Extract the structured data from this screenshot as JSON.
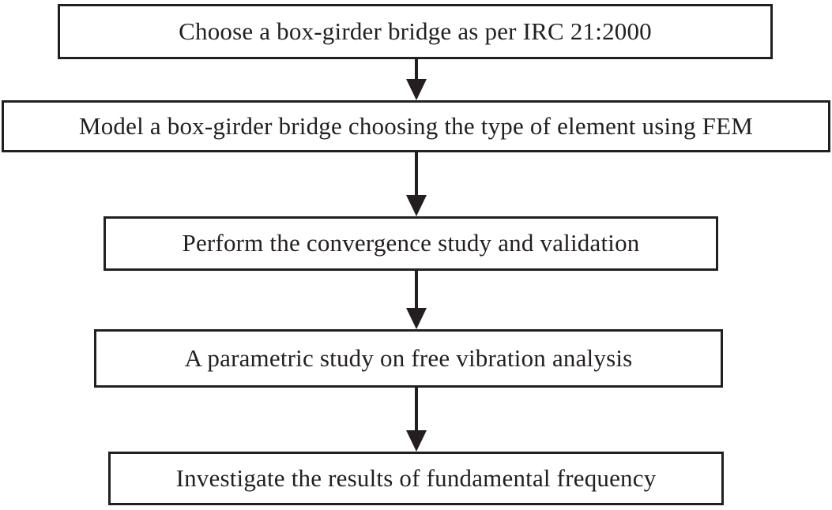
{
  "diagram": {
    "type": "flowchart",
    "direction": "top-down",
    "colors": {
      "box_border": "#231f20",
      "arrow": "#231f20",
      "background": "#ffffff",
      "text": "#231f20"
    },
    "steps": [
      {
        "label": "Choose a box-girder bridge as per IRC 21:2000"
      },
      {
        "label": "Model a box-girder bridge choosing the type of element using FEM"
      },
      {
        "label": "Perform the convergence study and validation"
      },
      {
        "label": "A parametric study on free vibration analysis"
      },
      {
        "label": "Investigate the results of fundamental frequency"
      }
    ],
    "connections": [
      {
        "from": 0,
        "to": 1,
        "style": "solid-arrow-down"
      },
      {
        "from": 1,
        "to": 2,
        "style": "solid-arrow-down"
      },
      {
        "from": 2,
        "to": 3,
        "style": "solid-arrow-down"
      },
      {
        "from": 3,
        "to": 4,
        "style": "solid-arrow-down"
      }
    ]
  }
}
